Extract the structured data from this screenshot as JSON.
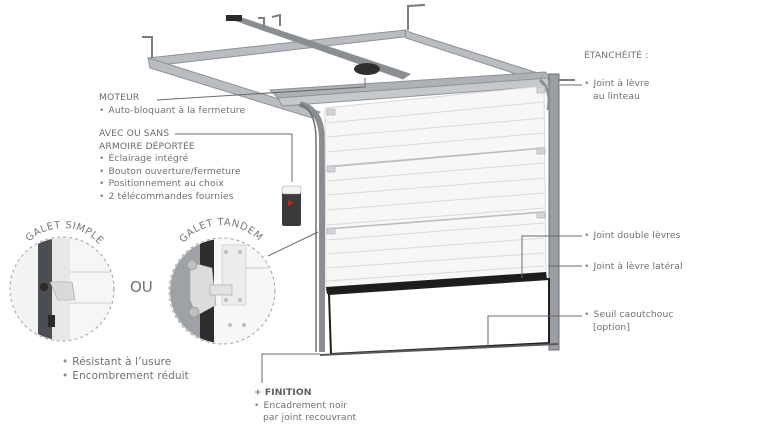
{
  "labels": {
    "moteur": {
      "title": "MOTEUR",
      "items": [
        "Auto-bloquant à la fermeture"
      ]
    },
    "armoire": {
      "title_line1": "AVEC OU SANS",
      "title_line2": "ARMOIRE DÉPORTÉE",
      "items": [
        "Éclairage intégré",
        "Bouton ouverture/fermeture",
        "Positionnement au choix",
        "2 télécommandes fournies"
      ]
    },
    "etancheite": {
      "title": "ÉTANCHÉITÉ :",
      "joint_linteau_line1": "Joint à lèvre",
      "joint_linteau_line2": "au linteau",
      "joint_double": "Joint double lèvres",
      "joint_lateral": "Joint à lèvre latéral",
      "seuil_line1": "Seuil caoutchouc",
      "seuil_line2": "[option]"
    },
    "galets": {
      "simple": "GALET SIMPLE",
      "tandem": "GALET TANDEM",
      "separator": "OU",
      "items": [
        "Résistant à l’usure",
        "Encombrement réduit"
      ]
    },
    "finition": {
      "title": "FINITION",
      "line1": "Encadrement noir",
      "line2": "par joint recouvrant"
    }
  },
  "colors": {
    "frame": "#9a9ea3",
    "frame_dark": "#6c7076",
    "panel": "#f7f7f7",
    "panel_line": "#d9d9d9",
    "bottom_seal": "#1d1d1d",
    "leader_line": "#6b6b6b",
    "remote_body": "#3b3b3b",
    "remote_button": "#c0232a"
  }
}
